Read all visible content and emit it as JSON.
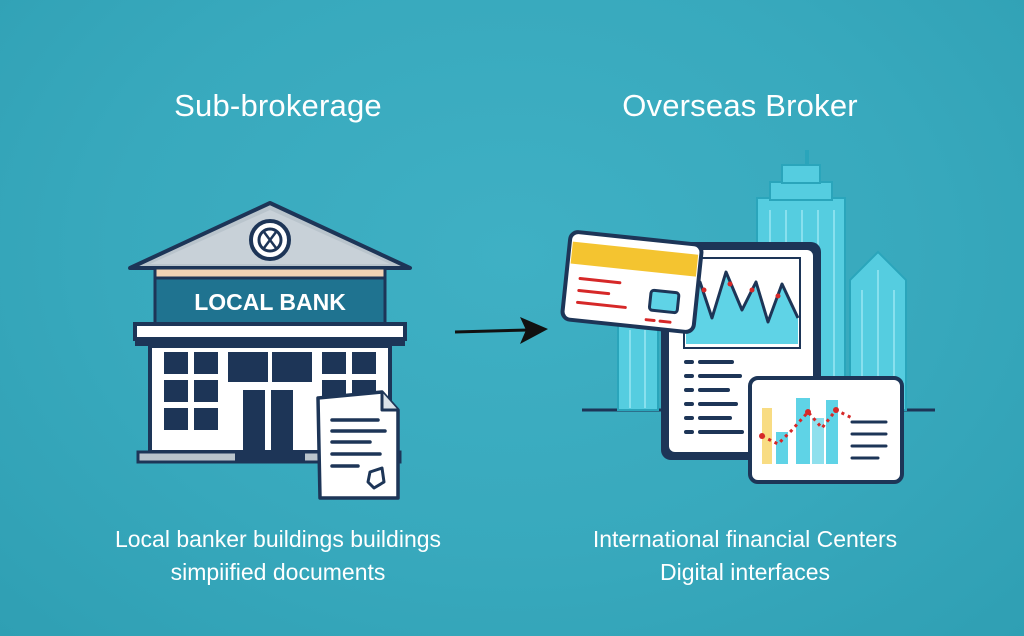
{
  "left_panel": {
    "title": "Sub-brokerage",
    "bank_sign": "LOCAL BANK",
    "caption_line1": "Local banker buildings buildings",
    "caption_line2": "simpiified documents"
  },
  "right_panel": {
    "title": "Overseas Broker",
    "caption_line1": "International financial Centers",
    "caption_line2": "Digital interfaces"
  },
  "colors": {
    "background": "#3aabbf",
    "navy": "#1d3557",
    "teal_sign": "#1f7390",
    "card_yellow": "#f4c430",
    "card_red": "#d62828",
    "chart_cyan": "#5fd3e6"
  },
  "icons": {
    "bank": "bank-building-icon",
    "document": "document-icon",
    "arrow": "arrow-right-icon",
    "skyline": "city-skyline-icon",
    "credit_card": "credit-card-icon",
    "tablet": "tablet-chart-icon",
    "monitor": "monitor-chart-icon"
  }
}
